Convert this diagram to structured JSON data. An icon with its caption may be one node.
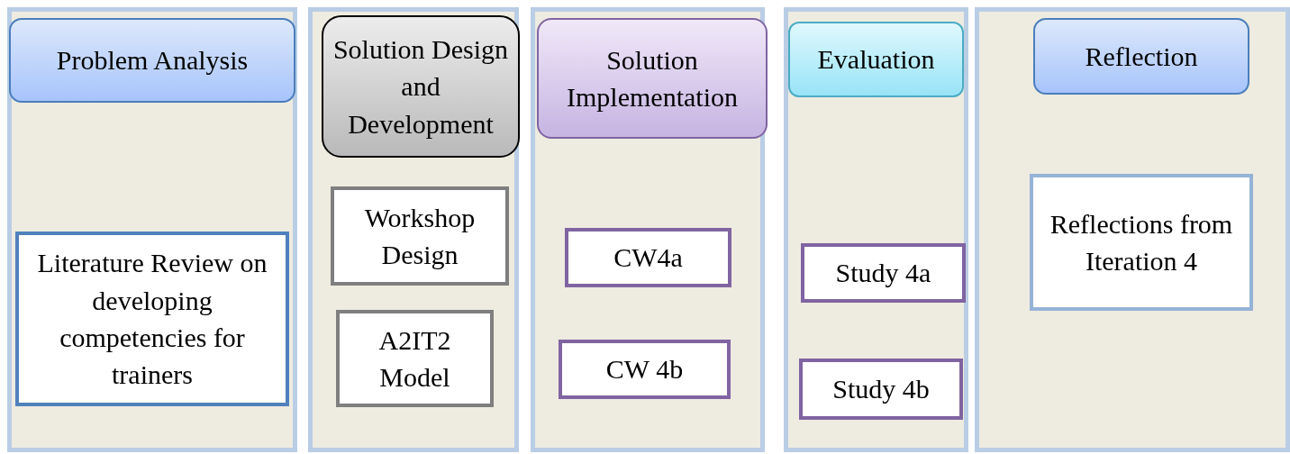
{
  "diagram": {
    "nodes": [
      {
        "text": [],
        "shape": "box"
      },
      {
        "text": [
          "Problem Analysis"
        ],
        "in": 0
      },
      {
        "text": [
          "Literature Review on developing competencies for trainers"
        ],
        "in": 0
      },
      {
        "text": [],
        "shape": "box"
      },
      {
        "text": [
          "Solution Design and Development"
        ],
        "in": 3
      },
      {
        "text": [
          "Workshop Design"
        ],
        "in": 3
      },
      {
        "text": [
          "A2IT2 Model"
        ],
        "in": 3
      },
      {
        "text": [],
        "shape": "box"
      },
      {
        "text": [
          "Solution Implementation"
        ],
        "in": 7
      },
      {
        "text": [
          "CW4a"
        ],
        "in": 7
      },
      {
        "text": [
          "CW 4b"
        ],
        "in": 7
      },
      {
        "text": [],
        "shape": "box"
      },
      {
        "text": [
          "Evaluation"
        ],
        "in": 11
      },
      {
        "text": [
          "Study 4a"
        ],
        "in": 11
      },
      {
        "text": [
          "Study 4b"
        ],
        "in": 11
      },
      {
        "text": [],
        "shape": "box"
      },
      {
        "text": [
          "Reflection"
        ],
        "in": 15
      },
      {
        "text": [
          "Reflections from Iteration 4"
        ],
        "in": 15
      }
    ]
  }
}
